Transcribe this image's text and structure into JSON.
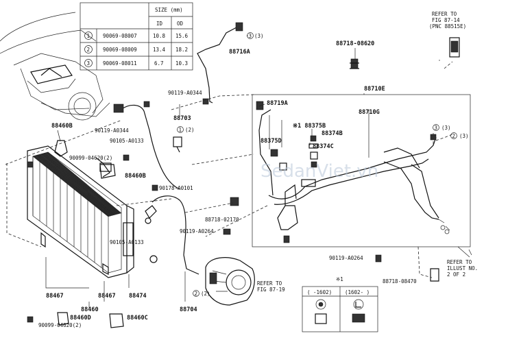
{
  "size_table": {
    "title": "SIZE (mm)",
    "col_id": "ID",
    "col_od": "OD",
    "rows": [
      {
        "no": "1",
        "part": "90069-08007",
        "id": "10.8",
        "od": "15.6"
      },
      {
        "no": "2",
        "part": "90069-08009",
        "id": "13.4",
        "od": "18.2"
      },
      {
        "no": "3",
        "part": "90069-08011",
        "id": "6.7",
        "od": "10.3"
      }
    ]
  },
  "labels": {
    "p88716A": "88716A",
    "p88718_08620": "88718-08620",
    "refer_8714": "REFER TO\nFIG 87-14\n(PNC 88515E)",
    "p88710E": "88710E",
    "p88460B_top": "88460B",
    "p90119_A0344_top": "90119-A0344",
    "p90119_A0344_mid": "90119-A0344",
    "p88703": "88703",
    "p88719A": "88719A",
    "p88710G": "88710G",
    "p88375B": "※1 88375B",
    "p88374B": "88374B",
    "p88375D": "88375D",
    "p88374C": "88374C",
    "p90105_A0133_top": "90105-A0133",
    "p90099_04620_top": "90099-04620(2)",
    "p88460B_mid": "88460B",
    "p90178_A0101": "90178-A0101",
    "p88718_02170": "88718-02170",
    "p90119_A0264_left": "90119-A0264",
    "p90105_A0133_bot": "90105-A0133",
    "p90119_A0264_right": "90119-A0264",
    "refer_illust": "REFER TO\nILLUST NO.\n2 OF 2",
    "refer_8719": "REFER TO\nFIG 87-19",
    "p88718_08470": "88718-08470",
    "p88467_left": "88467",
    "p88467_right": "88467",
    "p88474": "88474",
    "p88460": "88460",
    "p88704": "88704",
    "p88460D": "88460D",
    "p88460C": "88460C",
    "p90099_04620_bot": "90099-04620(2)",
    "note_mark": "※1",
    "note_left": "( -1602)",
    "note_right": "(1602- )",
    "circ1": "1",
    "circ2a": "2",
    "circ2b": "2",
    "circ3a": "3",
    "circ3b": "3",
    "circ3c": "3",
    "c2_text": "(2)",
    "c3_text": "(3)"
  },
  "watermark": "SedanViet.vn"
}
